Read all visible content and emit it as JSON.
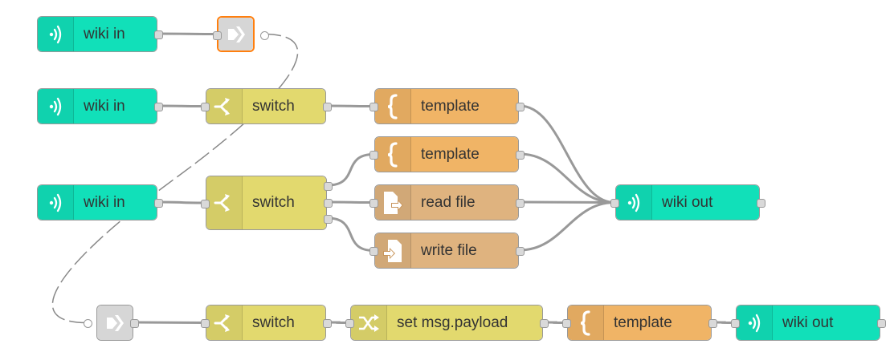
{
  "colors": {
    "websocket": "#11e0b9",
    "switch": "#e2d96e",
    "template": "#f0b466",
    "file": "#dfb37f",
    "change": "#e2d96e",
    "link": "#dddddd",
    "wire": "#999999",
    "selected_border": "#ff7f0e"
  },
  "nodes": [
    {
      "id": "wsin1",
      "label": "wiki in",
      "type": "websocket-in",
      "icon": "websocket-icon"
    },
    {
      "id": "linkout1",
      "label": "",
      "type": "link-out",
      "icon": "link-out-icon"
    },
    {
      "id": "wsin2",
      "label": "wiki in",
      "type": "websocket-in",
      "icon": "websocket-icon"
    },
    {
      "id": "switch1",
      "label": "switch",
      "type": "switch",
      "icon": "switch-icon"
    },
    {
      "id": "tpl1",
      "label": "template",
      "type": "template",
      "icon": "template-brace-icon"
    },
    {
      "id": "tpl2",
      "label": "template",
      "type": "template",
      "icon": "template-brace-icon"
    },
    {
      "id": "wsin3",
      "label": "wiki in",
      "type": "websocket-in",
      "icon": "websocket-icon"
    },
    {
      "id": "switch2",
      "label": "switch",
      "type": "switch",
      "icon": "switch-icon"
    },
    {
      "id": "readfile",
      "label": "read file",
      "type": "file-in",
      "icon": "file-in-icon"
    },
    {
      "id": "wsout1",
      "label": "wiki out",
      "type": "websocket-out",
      "icon": "websocket-icon"
    },
    {
      "id": "writefile",
      "label": "write file",
      "type": "file-out",
      "icon": "file-out-icon"
    },
    {
      "id": "linkin1",
      "label": "",
      "type": "link-in",
      "icon": "link-in-icon"
    },
    {
      "id": "switch3",
      "label": "switch",
      "type": "switch",
      "icon": "switch-icon"
    },
    {
      "id": "change1",
      "label": "set msg.payload",
      "type": "change",
      "icon": "change-shuffle-icon"
    },
    {
      "id": "tpl3",
      "label": "template",
      "type": "template",
      "icon": "template-brace-icon"
    },
    {
      "id": "wsout2",
      "label": "wiki out",
      "type": "websocket-out",
      "icon": "websocket-icon"
    }
  ],
  "wires": [
    [
      "wsin1",
      "linkout1"
    ],
    [
      "wsin2",
      "switch1"
    ],
    [
      "switch1",
      "tpl1"
    ],
    [
      "tpl1",
      "wsout1"
    ],
    [
      "wsin3",
      "switch2"
    ],
    [
      "switch2",
      "tpl2"
    ],
    [
      "switch2",
      "readfile"
    ],
    [
      "switch2",
      "writefile"
    ],
    [
      "tpl2",
      "wsout1"
    ],
    [
      "readfile",
      "wsout1"
    ],
    [
      "writefile",
      "wsout1"
    ],
    [
      "linkin1",
      "switch3"
    ],
    [
      "switch3",
      "change1"
    ],
    [
      "change1",
      "tpl3"
    ],
    [
      "tpl3",
      "wsout2"
    ]
  ],
  "virtual_links": [
    [
      "linkout1",
      "linkin1"
    ]
  ]
}
